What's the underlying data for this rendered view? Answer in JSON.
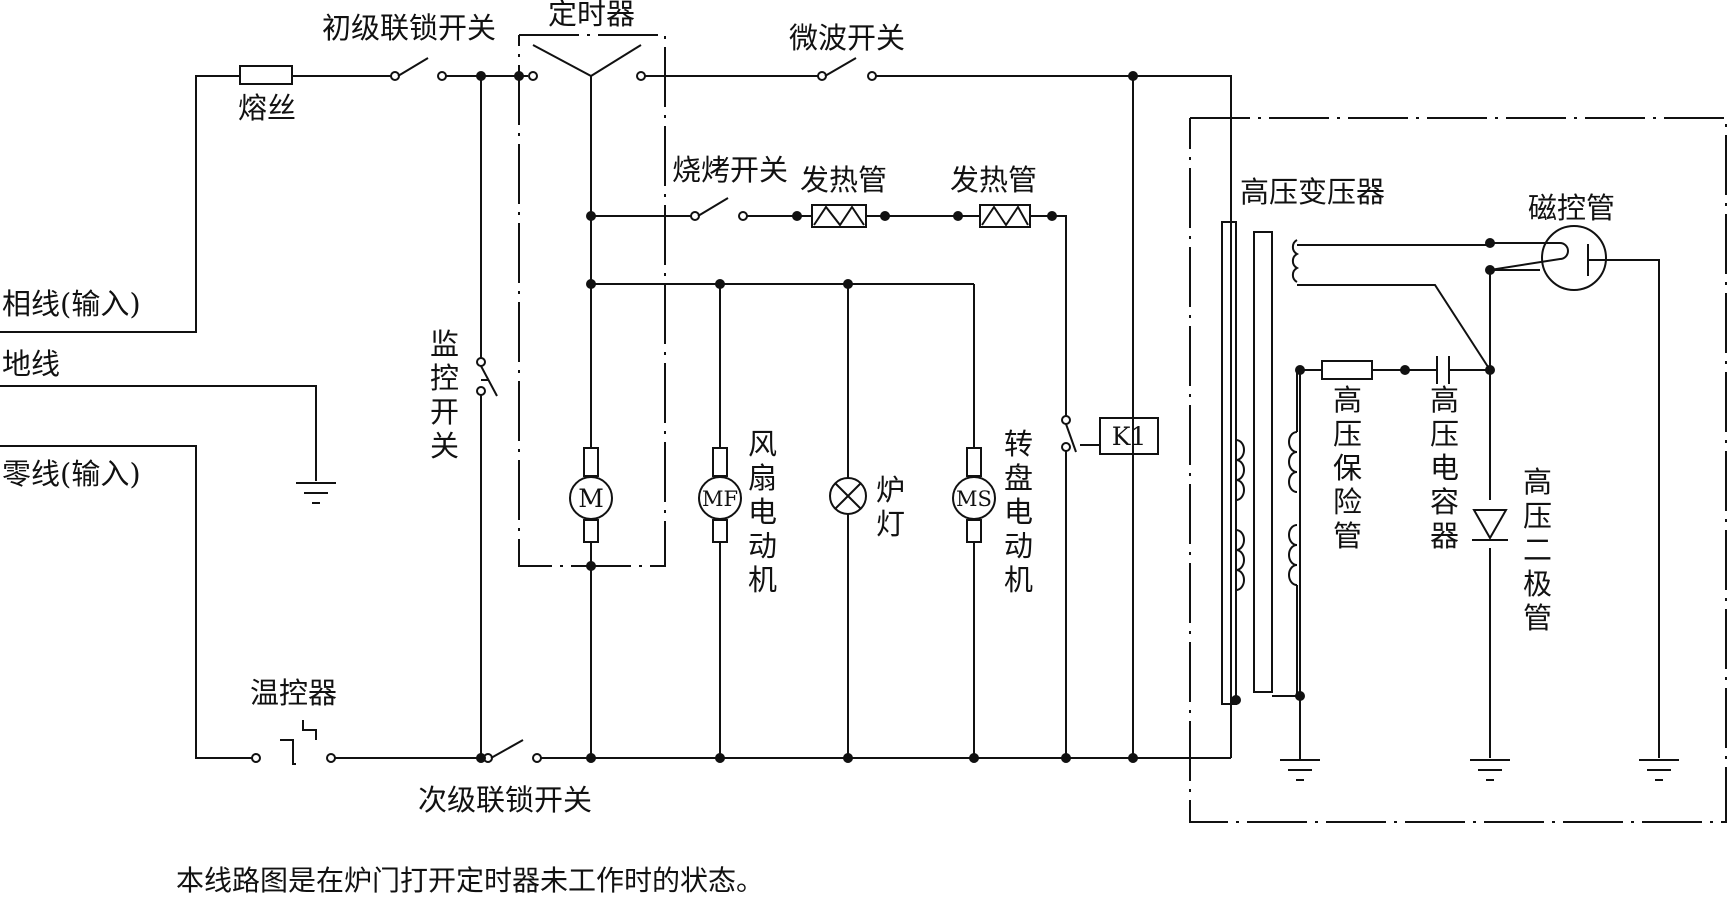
{
  "labels": {
    "primary_interlock": "初级联锁开关",
    "timer": "定时器",
    "microwave_switch": "微波开关",
    "fuse": "熔丝",
    "grill_switch": "烧烤开关",
    "heater_1": "发热管",
    "heater_2": "发热管",
    "hv_transformer": "高压变压器",
    "magnetron": "磁控管",
    "phase_line": "相线(输入)",
    "ground_line": "地线",
    "neutral_line": "零线(输入)",
    "monitor_switch": [
      "监",
      "控",
      "开",
      "关"
    ],
    "timer_motor_symbol": "M",
    "fan_motor_symbol": "MF",
    "fan_motor": [
      "风",
      "扇",
      "电",
      "动",
      "机"
    ],
    "oven_lamp": [
      "炉",
      "灯"
    ],
    "turntable_motor_symbol": "MS",
    "turntable_motor": [
      "转",
      "盘",
      "电",
      "动",
      "机"
    ],
    "relay": "K1",
    "hv_fuse": [
      "高",
      "压",
      "保",
      "险",
      "管"
    ],
    "hv_capacitor": [
      "高",
      "压",
      "电",
      "容",
      "器"
    ],
    "hv_diode": [
      "高",
      "压",
      "二",
      "极",
      "管"
    ],
    "thermostat": "温控器",
    "secondary_interlock": "次级联锁开关",
    "caption": "本线路图是在炉门打开定时器未工作时的状态。"
  }
}
